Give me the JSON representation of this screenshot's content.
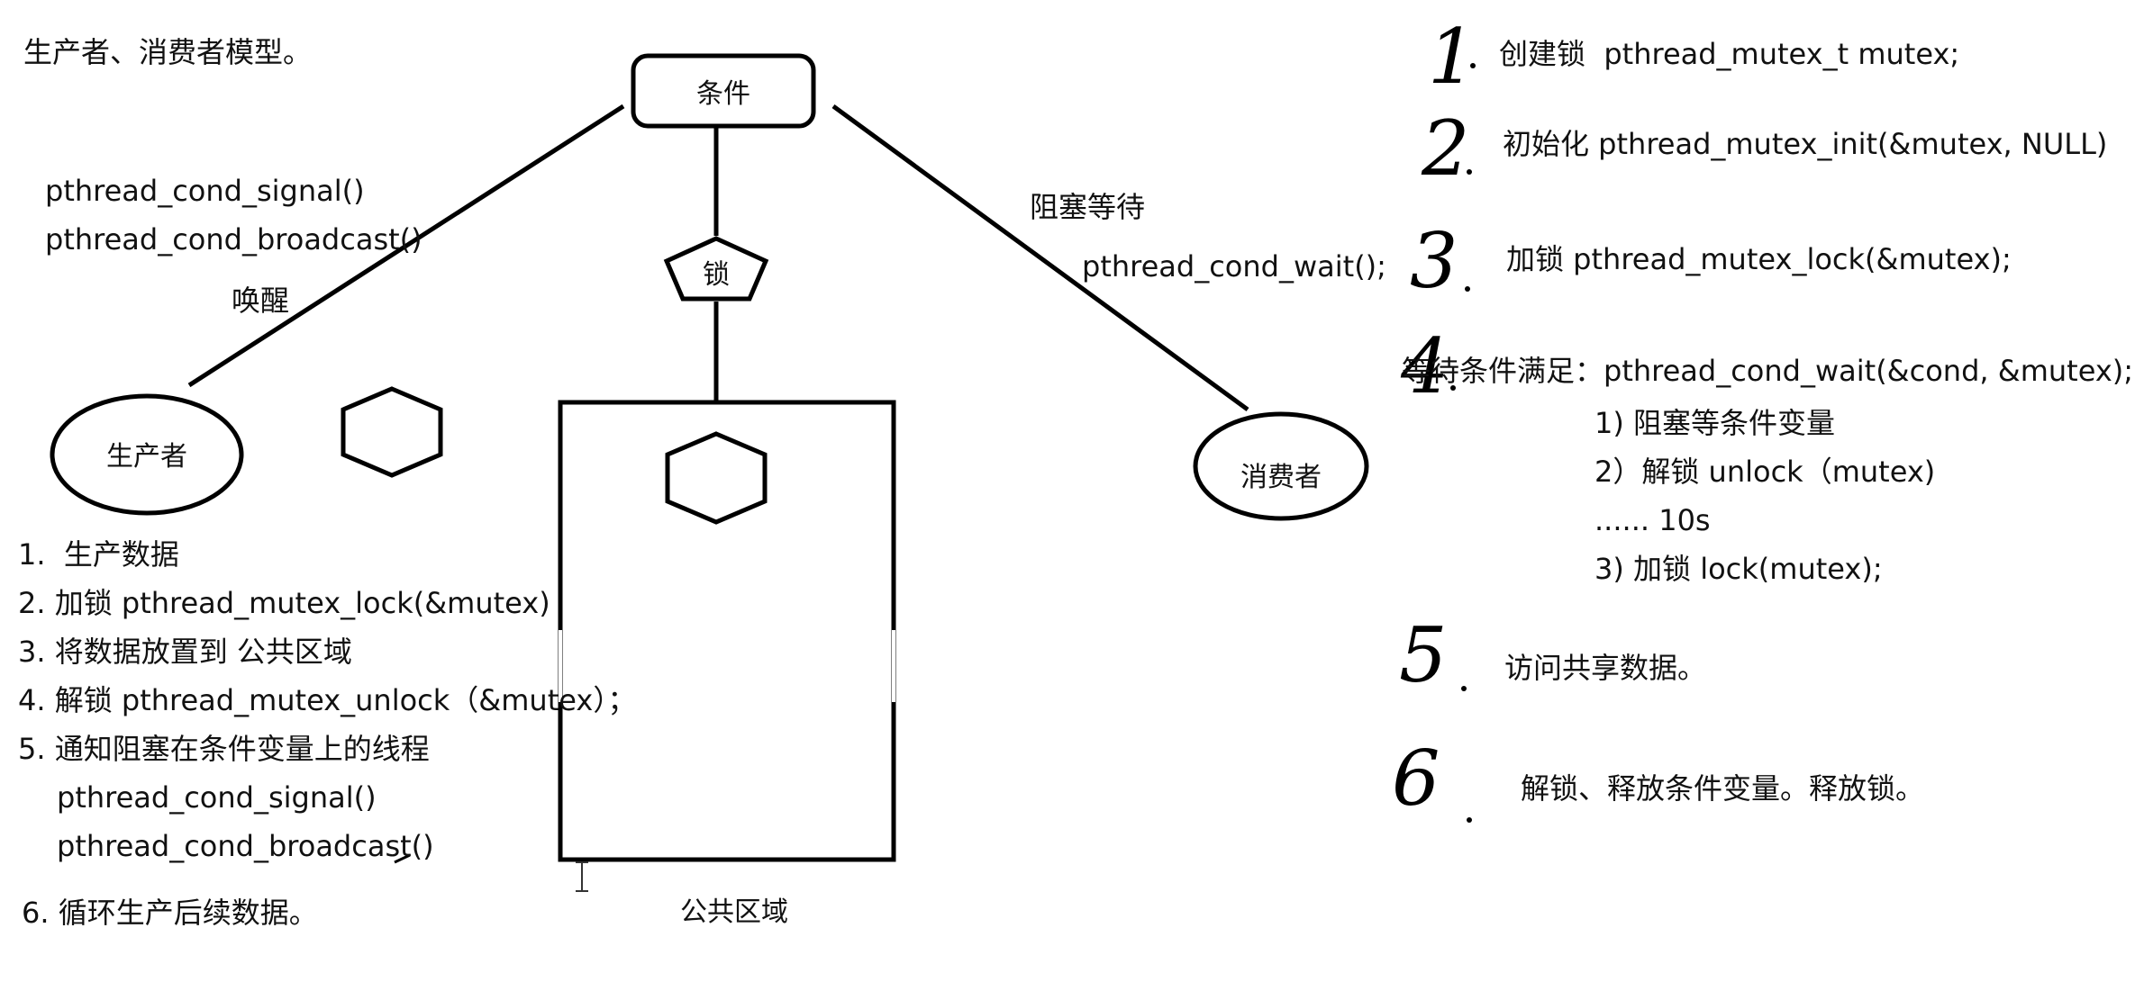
{
  "title": "生产者、消费者模型。",
  "diagram": {
    "condition": "条件",
    "lock": "锁",
    "producer": "生产者",
    "consumer": "消费者",
    "public_area": "公共区域",
    "wake_label": "唤醒",
    "block_label": "阻塞等待",
    "signal_funcs": [
      "pthread_cond_signal()",
      "pthread_cond_broadcast()"
    ],
    "wait_func": "pthread_cond_wait();"
  },
  "producer_steps": [
    "1.  生产数据",
    "2. 加锁 pthread_mutex_lock(&mutex)",
    "3. 将数据放置到 公共区域",
    "4. 解锁 pthread_mutex_unlock（&mutex）；",
    "5. 通知阻塞在条件变量上的线程",
    "pthread_cond_signal()",
    "pthread_cond_broadcast()",
    "6. 循环生产后续数据。"
  ],
  "consumer_steps": [
    {
      "num": "1",
      "text": "创建锁  pthread_mutex_t mutex;"
    },
    {
      "num": "2",
      "text": "初始化 pthread_mutex_init(&mutex, NULL)"
    },
    {
      "num": "3",
      "text": "加锁 pthread_mutex_lock(&mutex);"
    },
    {
      "num": "4",
      "text": "等待条件满足：pthread_cond_wait(&cond, &mutex);"
    },
    {
      "num": "5",
      "text": "访问共享数据。"
    },
    {
      "num": "6",
      "text": "解锁、释放条件变量。释放锁。"
    }
  ],
  "wait_substeps": [
    "1) 阻塞等条件变量",
    "2）解锁 unlock（mutex)",
    "...... 10s",
    "3) 加锁 lock(mutex);"
  ]
}
